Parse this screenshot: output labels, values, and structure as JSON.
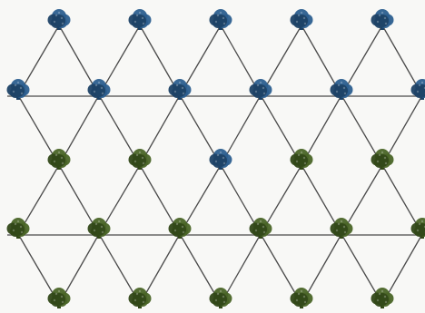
{
  "diagram": {
    "type": "triangular-lattice",
    "line_color": "#4a4a4a",
    "background": "#f8f8f6",
    "node_icon": "tree-icon",
    "rows": [
      {
        "nodes": [
          "blue",
          "blue",
          "blue",
          "blue",
          "blue"
        ]
      },
      {
        "nodes": [
          "blue",
          "blue",
          "blue",
          "blue",
          "blue",
          "blue"
        ]
      },
      {
        "nodes": [
          "green",
          "green",
          "blue",
          "green",
          "green"
        ]
      },
      {
        "nodes": [
          "green",
          "green",
          "green",
          "green",
          "green",
          "green"
        ]
      },
      {
        "nodes": [
          "green",
          "green",
          "green",
          "green",
          "green"
        ]
      }
    ],
    "colors": {
      "blue": "#2c5f8f",
      "blue_dark": "#1d4266",
      "green": "#4a6527",
      "green_dark": "#324818"
    }
  }
}
